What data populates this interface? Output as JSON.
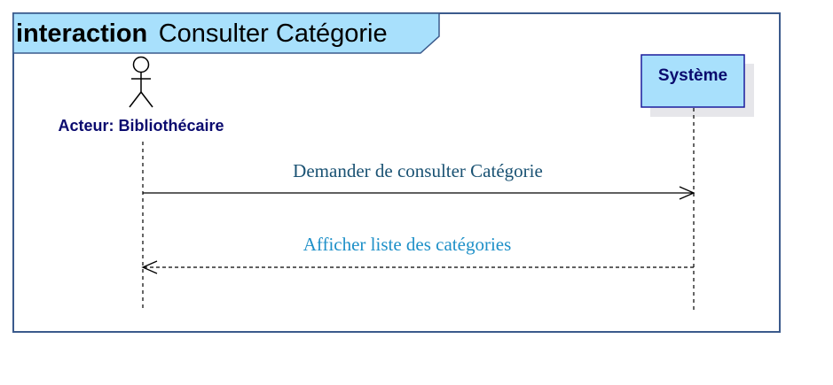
{
  "frame": {
    "keyword": "interaction",
    "name": "Consulter Catégorie"
  },
  "actor": {
    "label": "Acteur: Bibliothécaire"
  },
  "lifeline_object": {
    "label": "Système"
  },
  "messages": [
    {
      "label": "Demander de consulter Catégorie",
      "kind": "synchronous",
      "direction": "actor-to-system"
    },
    {
      "label": "Afficher liste des catégories",
      "kind": "reply",
      "direction": "system-to-actor"
    }
  ],
  "colors": {
    "frame_border": "#3b5a8c",
    "frame_tab_fill": "#a8e0fc",
    "object_fill": "#a8e0fc",
    "object_border": "#1c1c9c",
    "object_shadow": "#e6e6ea",
    "label_text": "#0a0a6e",
    "message1_text": "#1a5273",
    "message2_text": "#1e90c8",
    "line": "#000000"
  }
}
